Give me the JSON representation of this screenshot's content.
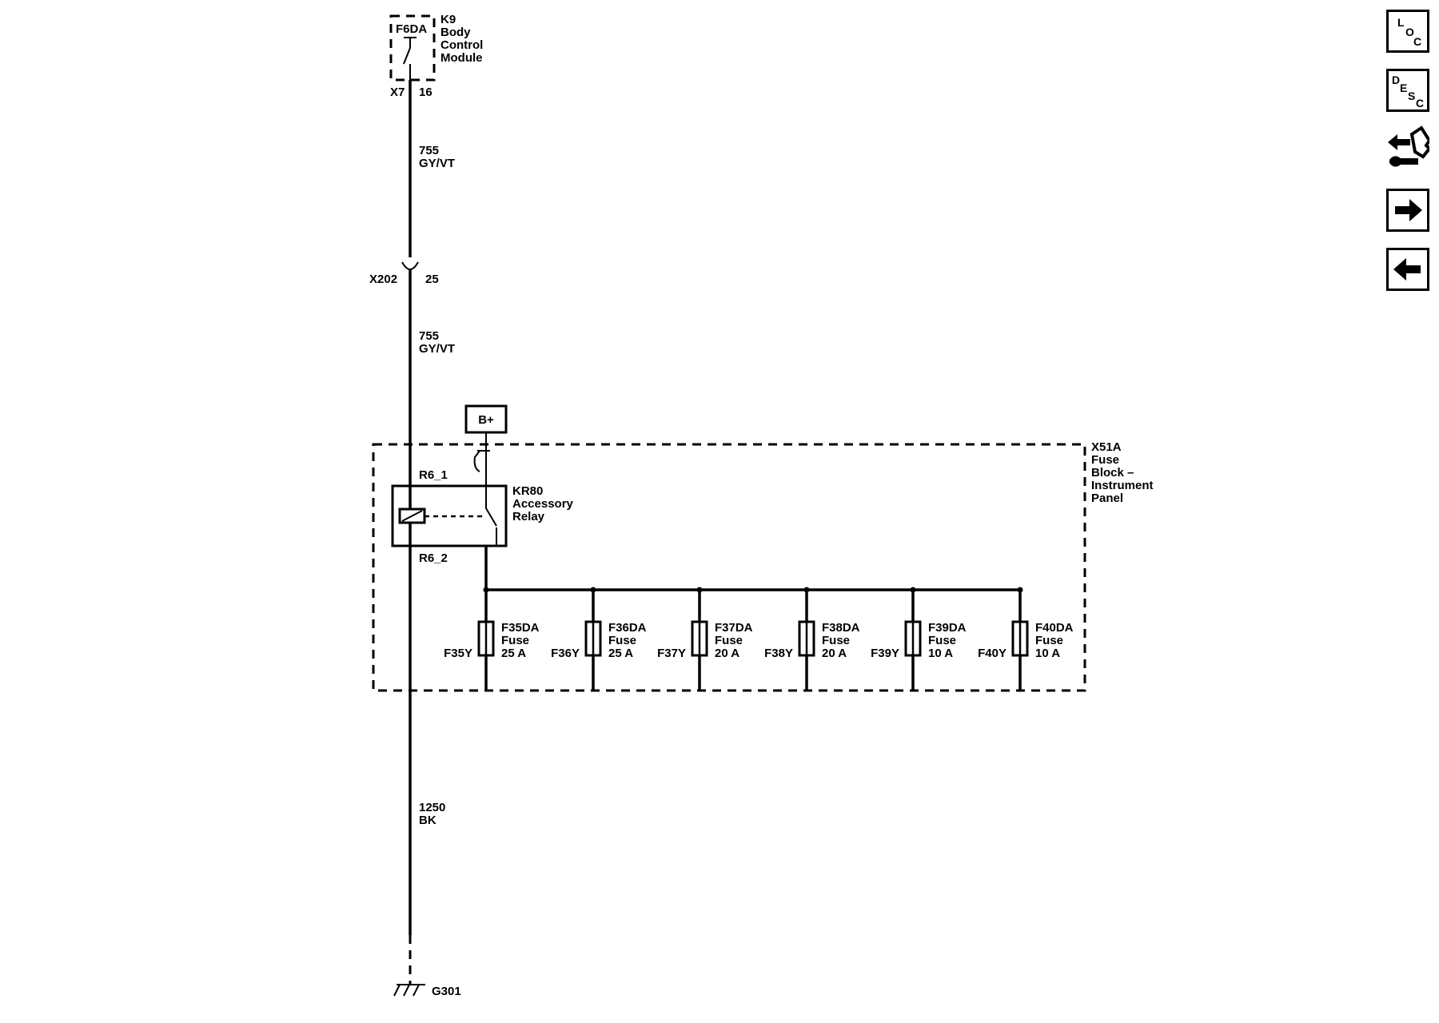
{
  "module": {
    "fuse": "F6DA",
    "name": [
      "K9",
      "Body",
      "Control",
      "Module"
    ],
    "connector": "X7",
    "pin": "16"
  },
  "wire_top": {
    "circuit": "755",
    "color": "GY/VT"
  },
  "inline_connector": {
    "name": "X202",
    "pin": "25"
  },
  "wire_mid": {
    "circuit": "755",
    "color": "GY/VT"
  },
  "battery": {
    "label": "B+"
  },
  "fuse_block": {
    "name": [
      "X51A",
      "Fuse",
      "Block –",
      "Instrument",
      "Panel"
    ]
  },
  "relay": {
    "pin_top": "R6_1",
    "pin_bottom": "R6_2",
    "name": [
      "KR80",
      "Accessory",
      "Relay"
    ]
  },
  "fuses": [
    {
      "name": "F35DA",
      "type": "Fuse",
      "rating": "25 A",
      "terminal": "F35Y"
    },
    {
      "name": "F36DA",
      "type": "Fuse",
      "rating": "25 A",
      "terminal": "F36Y"
    },
    {
      "name": "F37DA",
      "type": "Fuse",
      "rating": "20 A",
      "terminal": "F37Y"
    },
    {
      "name": "F38DA",
      "type": "Fuse",
      "rating": "20 A",
      "terminal": "F38Y"
    },
    {
      "name": "F39DA",
      "type": "Fuse",
      "rating": "10 A",
      "terminal": "F39Y"
    },
    {
      "name": "F40DA",
      "type": "Fuse",
      "rating": "10 A",
      "terminal": "F40Y"
    }
  ],
  "wire_bottom": {
    "circuit": "1250",
    "color": "BK"
  },
  "ground": {
    "name": "G301"
  },
  "nav": {
    "loc": {
      "letters": [
        "L",
        "O",
        "C"
      ],
      "icon": "location-icon"
    },
    "desc": {
      "letters": [
        "D",
        "E",
        "S",
        "C"
      ],
      "icon": "description-icon"
    },
    "tools": {
      "icon": "connector-wrench-icon"
    },
    "next": {
      "icon": "arrow-right-icon"
    },
    "prev": {
      "icon": "arrow-left-icon"
    }
  }
}
